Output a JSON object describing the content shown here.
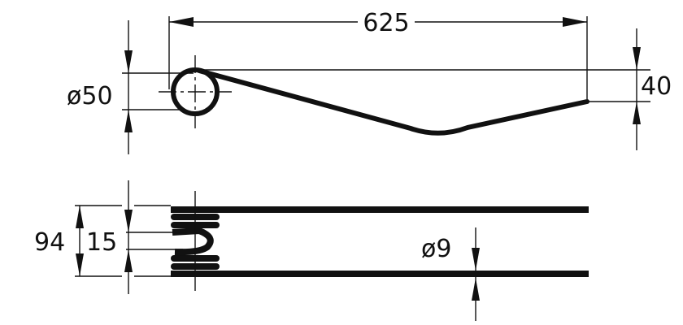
{
  "drawing": {
    "top_view": {
      "length_label": "625",
      "eye_diameter_label": "ø50",
      "height_label": "40"
    },
    "bottom_view": {
      "width_label": "94",
      "gap_label": "15",
      "wire_diameter_label": "ø9"
    },
    "line_color": "#111111"
  }
}
